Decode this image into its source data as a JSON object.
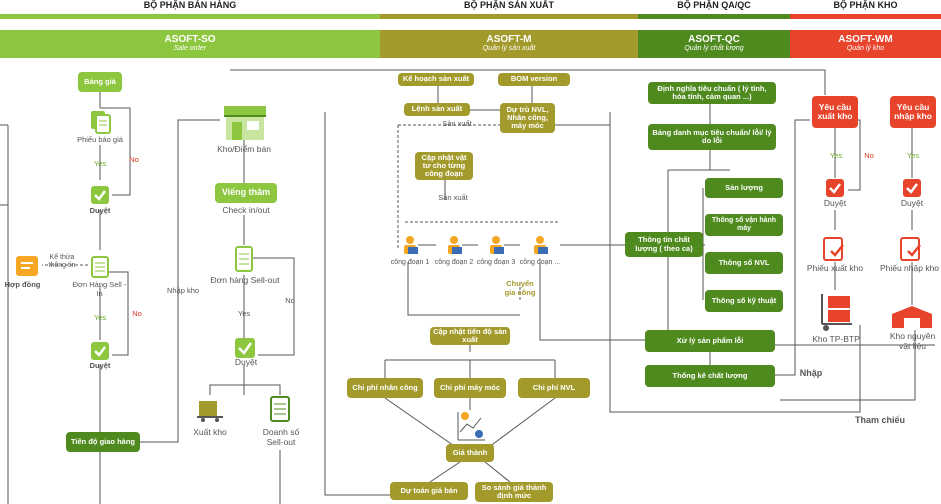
{
  "departments": [
    {
      "name": "BỘ PHẬN BÁN HÀNG",
      "module": "ASOFT-SO",
      "sub": "Sale order",
      "color": "#8dc63f"
    },
    {
      "name": "BỘ PHẬN SẢN XUẤT",
      "module": "ASOFT-M",
      "sub": "Quản lý sản xuất",
      "color": "#a39a2c"
    },
    {
      "name": "BỘ PHẬN QA/QC",
      "module": "ASOFT-QC",
      "sub": "Quản lý chất lượng",
      "color": "#4e8a1e"
    },
    {
      "name": "BỘ PHẬN KHO",
      "module": "ASOFT-WM",
      "sub": "Quản lý kho",
      "color": "#e8442c"
    }
  ],
  "sales": {
    "bang_gia": "Bảng giá",
    "phieu_bao_gia": "Phiếu báo giá",
    "yes1": "Yes",
    "no1": "No",
    "duyet1": "Duyệt",
    "hop_dong": "Hợp đồng",
    "ke_thua": "Kế thừa thông tin",
    "don_hang_sellin": "Đơn Hàng Sell - In",
    "yes2": "Yes",
    "no2": "No",
    "duyet2": "Duyệt",
    "tien_do": "Tiến độ giao hàng",
    "kho_diem_ban": "Kho/Điểm bán",
    "vieng_tham": "Viếng thăm",
    "checkin": "Check in/out",
    "don_hang_sellout": "Đơn hàng Sell-out",
    "yes3": "Yes",
    "no3": "No",
    "duyet3": "Duyệt",
    "nhap_kho": "Nhập kho",
    "xuat_kho": "Xuất kho",
    "doanh_so": "Doanh số Sell-out"
  },
  "production": {
    "ke_hoach": "Kế hoạch sản xuất",
    "bom": "BOM version",
    "lenh_sx": "Lệnh sản xuất",
    "du_tru": "Dự trù NVL, Nhân công, máy móc",
    "san_xuat1": "Sản xuất",
    "cap_nhat_vat_tu": "Cập nhật vật tư cho từng công đoạn",
    "san_xuat2": "Sản xuất",
    "cong_doan": [
      "công đoạn 1",
      "công đoạn 2",
      "công đoạn 3",
      "công đoạn ..."
    ],
    "chuyen_gia_cong": "Chuyển gia công",
    "cap_nhat_tien_do": "Cập nhật tiến độ sản xuất",
    "chi_phi_nhan_cong": "Chi phí nhân công",
    "chi_phi_may_moc": "Chi phí máy móc",
    "chi_phi_nvl": "Chi phí NVL",
    "gia_thanh": "Giá thành",
    "du_toan": "Dự toán giá bán",
    "so_sanh": "So sánh giá thành định mức"
  },
  "qa": {
    "dinh_nghia": "Định nghĩa tiêu chuẩn ( lý tính, hóa tính, cảm quan ...)",
    "bang_danh_muc": "Bảng danh mục tiêu chuẩn/ lỗi/ lý do lỗi",
    "thong_tin_cl": "Thông tin chất lượng ( theo ca)",
    "san_luong": "Sản lượng",
    "thong_so_van_hanh": "Thông số vận hành máy",
    "thong_so_nvl": "Thông số NVL",
    "thong_so_ky_thuat": "Thông số kỹ thuật",
    "xu_ly": "Xử lý sản phẩm lỗi",
    "thong_ke": "Thống kê chất lượng",
    "nhap": "Nhập",
    "tham_chieu": "Tham chiếu"
  },
  "warehouse": {
    "yc_xuat": "Yêu cầu xuất kho",
    "yc_nhap": "Yêu cầu nhập kho",
    "yes_a": "Yes",
    "no_a": "No",
    "yes_b": "Yes",
    "duyet_a": "Duyệt",
    "duyet_b": "Duyệt",
    "phieu_xuat": "Phiếu xuất kho",
    "phieu_nhap": "Phiếu nhập kho",
    "kho_tp": "Kho TP-BTP",
    "kho_nvl": "Kho nguyên vật liệu"
  }
}
